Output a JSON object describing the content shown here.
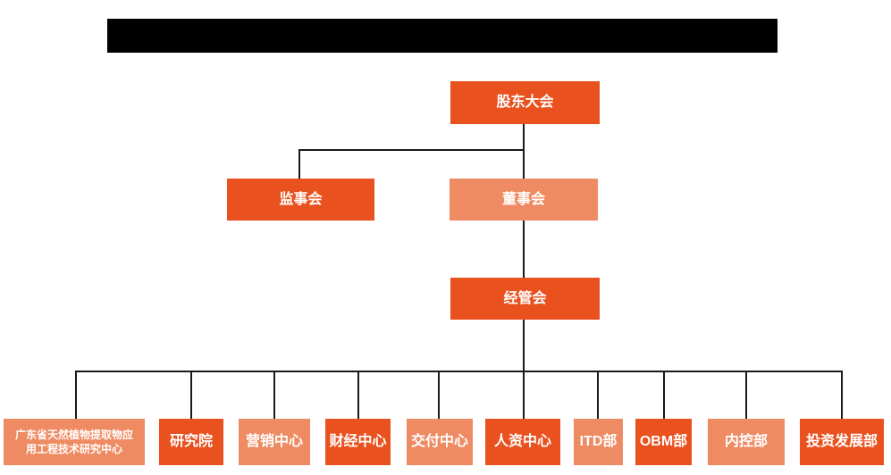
{
  "colors": {
    "primary": "#E9511F",
    "secondary": "#EF8B63",
    "line": "#1A1A1A",
    "node_text": "#FFFFFF",
    "redacted_bar": "#000000",
    "background": "#FFFFFF"
  },
  "org_chart": {
    "level1": [
      {
        "label": "股东大会"
      }
    ],
    "level2": [
      {
        "label": "监事会"
      },
      {
        "label": "董事会"
      }
    ],
    "level3": [
      {
        "label": "经管会"
      }
    ],
    "level4": [
      {
        "label": "广东省天然植物提取物应用工程技术研究中心"
      },
      {
        "label": "研究院"
      },
      {
        "label": "营销中心"
      },
      {
        "label": "财经中心"
      },
      {
        "label": "交付中心"
      },
      {
        "label": "人资中心"
      },
      {
        "label": "ITD部"
      },
      {
        "label": "OBM部"
      },
      {
        "label": "内控部"
      },
      {
        "label": "投资发展部"
      }
    ]
  }
}
